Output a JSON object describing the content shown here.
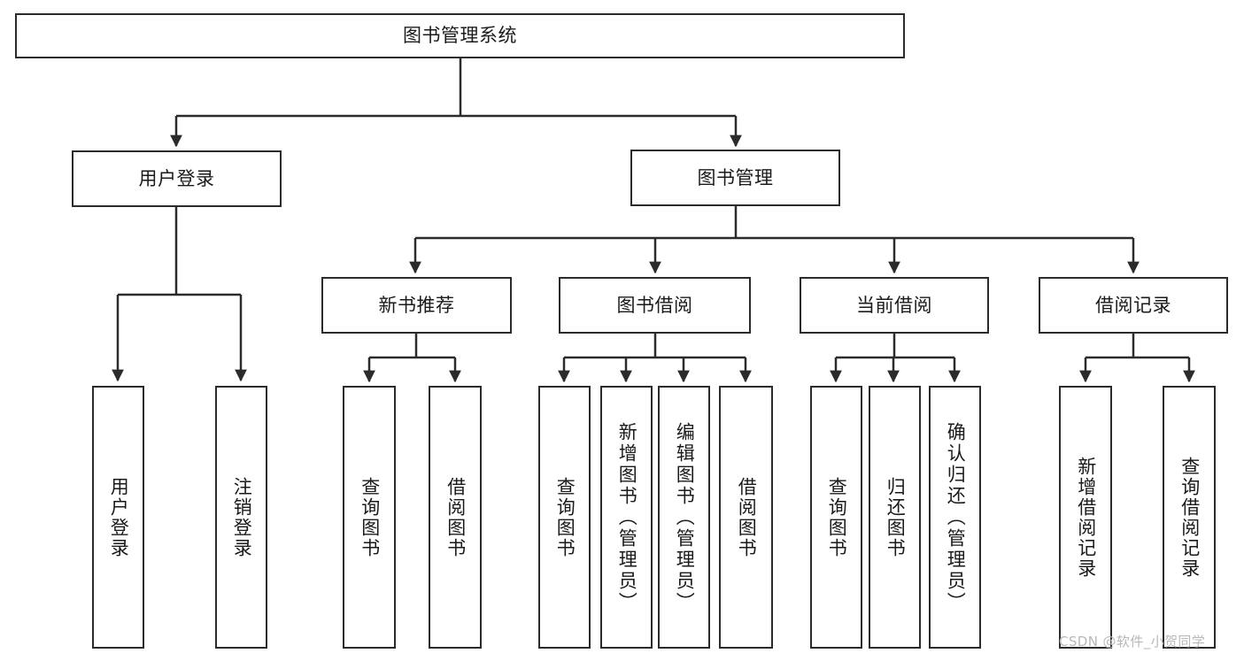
{
  "diagram": {
    "type": "tree-hierarchy-chart",
    "title": "图书管理系统",
    "stroke_color": "#2b2b2b",
    "background_color": "#ffffff",
    "watermark": "CSDN @软件_小贺同学",
    "nodes": {
      "root": {
        "label": "图书管理系统",
        "level": 1
      },
      "l2_login": {
        "label": "用户登录",
        "level": 2
      },
      "l2_book_mgmt": {
        "label": "图书管理",
        "level": 2
      },
      "l3_new_book": {
        "label": "新书推荐",
        "level": 3
      },
      "l3_borrow": {
        "label": "图书借阅",
        "level": 3
      },
      "l3_current": {
        "label": "当前借阅",
        "level": 3
      },
      "l3_record": {
        "label": "借阅记录",
        "level": 3
      },
      "l4_user_login": {
        "label": "用户登录",
        "level": 4
      },
      "l4_user_logout": {
        "label": "注销登录",
        "level": 4
      },
      "l4_nb_query": {
        "label": "查询图书",
        "level": 4
      },
      "l4_nb_borrow": {
        "label": "借阅图书",
        "level": 4
      },
      "l4_bb_query": {
        "label": "查询图书",
        "level": 4
      },
      "l4_bb_add": {
        "label": "新增图书（管理员）",
        "level": 4
      },
      "l4_bb_edit": {
        "label": "编辑图书（管理员）",
        "level": 4
      },
      "l4_bb_borrow": {
        "label": "借阅图书",
        "level": 4
      },
      "l4_cur_query": {
        "label": "查询图书",
        "level": 4
      },
      "l4_cur_return": {
        "label": "归还图书",
        "level": 4
      },
      "l4_cur_confirm": {
        "label": "确认归还（管理员）",
        "level": 4
      },
      "l4_rec_add": {
        "label": "新增借阅记录",
        "level": 4
      },
      "l4_rec_query": {
        "label": "查询借阅记录",
        "level": 4
      }
    },
    "edges": [
      {
        "from": "root",
        "to": "l2_login"
      },
      {
        "from": "root",
        "to": "l2_book_mgmt"
      },
      {
        "from": "l2_login",
        "to": "l4_user_login"
      },
      {
        "from": "l2_login",
        "to": "l4_user_logout"
      },
      {
        "from": "l2_book_mgmt",
        "to": "l3_new_book"
      },
      {
        "from": "l2_book_mgmt",
        "to": "l3_borrow"
      },
      {
        "from": "l2_book_mgmt",
        "to": "l3_current"
      },
      {
        "from": "l2_book_mgmt",
        "to": "l3_record"
      },
      {
        "from": "l3_new_book",
        "to": "l4_nb_query"
      },
      {
        "from": "l3_new_book",
        "to": "l4_nb_borrow"
      },
      {
        "from": "l3_borrow",
        "to": "l4_bb_query"
      },
      {
        "from": "l3_borrow",
        "to": "l4_bb_add"
      },
      {
        "from": "l3_borrow",
        "to": "l4_bb_edit"
      },
      {
        "from": "l3_borrow",
        "to": "l4_bb_borrow"
      },
      {
        "from": "l3_current",
        "to": "l4_cur_query"
      },
      {
        "from": "l3_current",
        "to": "l4_cur_return"
      },
      {
        "from": "l3_current",
        "to": "l4_cur_confirm"
      },
      {
        "from": "l3_record",
        "to": "l4_rec_add"
      },
      {
        "from": "l3_record",
        "to": "l4_rec_query"
      }
    ]
  }
}
